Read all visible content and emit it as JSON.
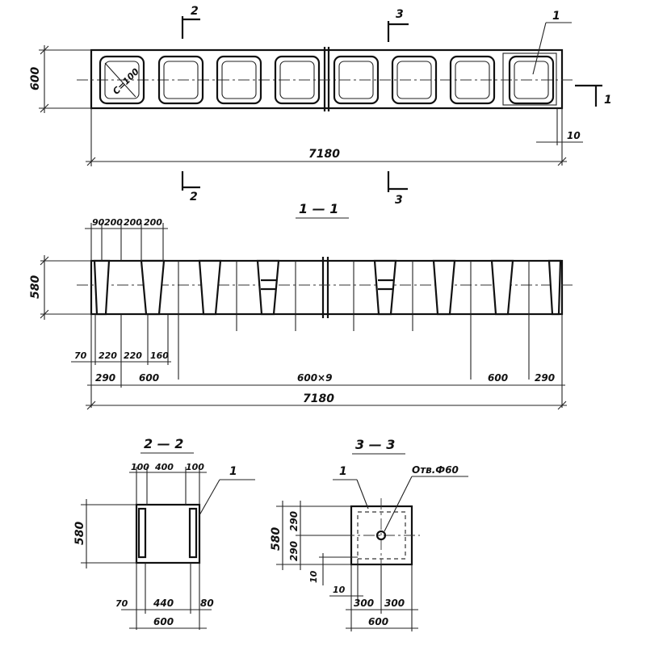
{
  "plan": {
    "height_label": "600",
    "length_label": "7180",
    "gap_label": "10",
    "cut_1_label": "1",
    "cut_2_label": "2",
    "cut_3_label": "3",
    "cut_2_label_bottom": "2",
    "cut_3_label_bottom": "3",
    "leader_1_label": "1",
    "hole_note": "C=100"
  },
  "section_1_1": {
    "title": "1 — 1",
    "height_label": "580",
    "top_dims": [
      "90",
      "200",
      "200",
      "200"
    ],
    "bottom_dims_row1": [
      "70",
      "220",
      "220",
      "160"
    ],
    "bottom_dims_row2": [
      "290",
      "600",
      "600×9",
      "600",
      "290"
    ],
    "total_label": "7180"
  },
  "section_2_2": {
    "title": "2 — 2",
    "top_dims": [
      "100",
      "400",
      "100"
    ],
    "height_label": "580",
    "bottom_dims": [
      "70",
      "440",
      "80"
    ],
    "width_label": "600",
    "leader_label": "1"
  },
  "section_3_3": {
    "title": "3 — 3",
    "hole_label": "Отв.Ф60",
    "leader_label": "1",
    "height_label": "580",
    "half_labels": [
      "290",
      "290"
    ],
    "small_dims": [
      "10",
      "10"
    ],
    "bottom_dims": [
      "300",
      "300"
    ],
    "width_label": "600"
  }
}
